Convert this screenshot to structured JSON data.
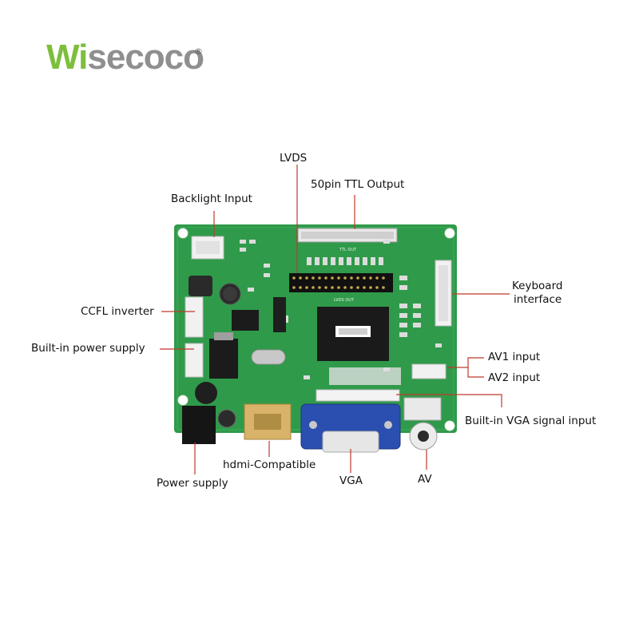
{
  "brand": {
    "name_part1": "Wi",
    "name_part2": "secoco",
    "registered": "®",
    "color_green": "#7dbf3c",
    "color_gray": "#8f8f8f"
  },
  "labels": {
    "lvds": "LVDS",
    "ttl_output": "50pin TTL Output",
    "backlight_input": "Backlight Input",
    "keyboard_interface_line1": "Keyboard",
    "keyboard_interface_line2": "interface",
    "ccfl_inverter": "CCFL inverter",
    "builtin_power_supply": "Built-in power supply",
    "av1_input": "AV1 input",
    "av2_input": "AV2 input",
    "builtin_vga_signal_input": "Built-in VGA signal input",
    "hdmi_compatible": "hdmi-Compatible",
    "power_supply": "Power supply",
    "vga": "VGA",
    "av": "AV"
  },
  "board_silkscreen": {
    "ttl_out": "TTL OUT",
    "lvds_out": "LVDS OUT"
  },
  "colors": {
    "pcb_green": "#2f9a4a",
    "pcb_dark": "#1f7a37",
    "leader_line": "#c0392b",
    "vga_blue": "#2a4fb0",
    "hdmi_gold": "#d9b36a"
  }
}
